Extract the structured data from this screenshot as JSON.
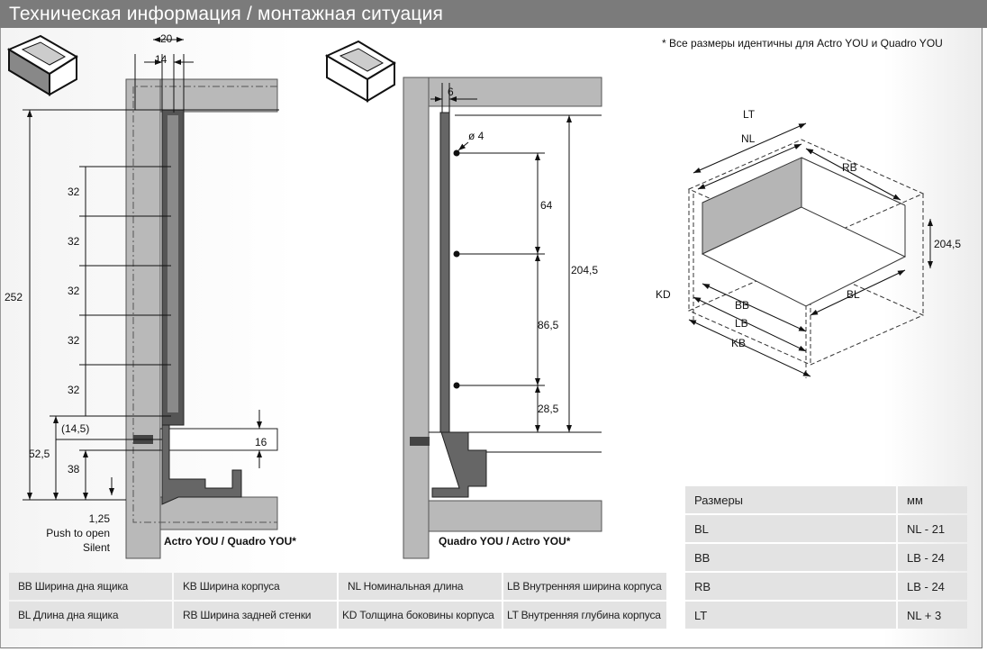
{
  "header": {
    "title": "Техническая информация / монтажная ситуация"
  },
  "note": "* Все размеры идентичны для Actro YOU и Quadro YOU",
  "left_view": {
    "caption": "Actro YOU / Quadro YOU*",
    "dims": {
      "w20": "20",
      "w14": "14",
      "h252": "252",
      "s1": "32",
      "s2": "32",
      "s3": "32",
      "s4": "32",
      "s5": "32",
      "h525": "52,5",
      "h145": "(14,5)",
      "h38": "38",
      "h16": "16",
      "h125": "1,25"
    },
    "push_line1": "Push to open",
    "push_line2": "Silent"
  },
  "middle_view": {
    "caption": "Quadro YOU / Actro YOU*",
    "dims": {
      "w6": "6",
      "d4": "ø 4",
      "h64": "64",
      "h865": "86,5",
      "h285": "28,5",
      "h2045": "204,5"
    }
  },
  "iso_view": {
    "labels": {
      "LT": "LT",
      "NL": "NL",
      "RB": "RB",
      "H": "204,5",
      "KD": "KD",
      "BB": "BB",
      "LB": "LB",
      "KB": "KB",
      "BL": "BL"
    }
  },
  "legend": [
    [
      "BB Ширина дна ящика",
      "KB Ширина корпуса",
      "NL Номинальная длина",
      "LB Внутренняя ширина корпуса"
    ],
    [
      "BL Длина дна ящика",
      "RB Ширина задней стенки",
      "KD Толщина боковины корпуса",
      "LT Внутренняя глубина корпуса"
    ]
  ],
  "dims_table": {
    "header": [
      "Размеры",
      "мм"
    ],
    "rows": [
      [
        "BL",
        "NL - 21"
      ],
      [
        "BB",
        "LB - 24"
      ],
      [
        "RB",
        "LB - 24"
      ],
      [
        "LT",
        "NL + 3"
      ]
    ]
  }
}
